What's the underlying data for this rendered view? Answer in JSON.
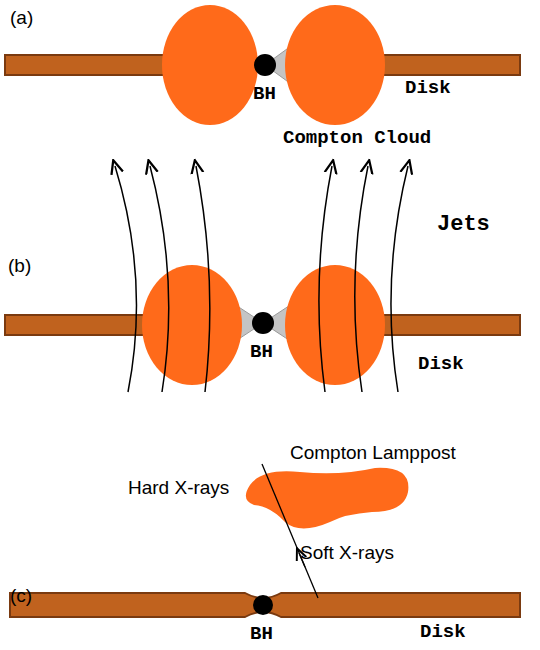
{
  "diagram": {
    "labels": [
      "(a)",
      "BH",
      "Disk",
      "Compton Cloud",
      "(b)",
      "Jets",
      "BH",
      "Disk",
      "Compton Lamppost",
      "Hard X-rays",
      "Soft X-rays",
      "(c)",
      "BH",
      "Disk"
    ]
  }
}
